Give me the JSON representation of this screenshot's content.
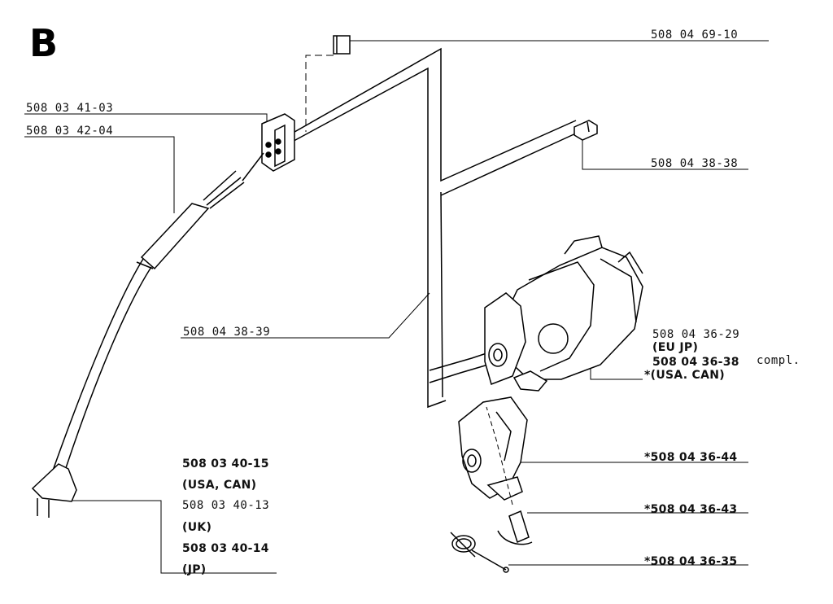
{
  "section": "B",
  "callouts": {
    "connector_top": "508 04 69-10",
    "switch_part": "508 03 41-03",
    "cable_sleeve": "508 03 42-04",
    "connector_right": "508 04 38-38",
    "wire_harness": "508 04 38-39",
    "motor_eu_jp": "508 04 36-29",
    "motor_eu_jp_region": "(EU  JP)",
    "motor_usa_can": "508 04 36-38",
    "motor_compl": "compl.",
    "motor_usa_can_region": "*(USA. CAN)",
    "brush_holder": "*508 04 36-44",
    "brush": "*508 04 36-43",
    "spring": "*508 04 36-35",
    "plug_usa_can": "508 03 40-15",
    "plug_usa_can_region": "(USA, CAN)",
    "plug_uk": "508 03 40-13",
    "plug_uk_region": "(UK)",
    "plug_jp": "508 03 40-14",
    "plug_jp_region": "(JP)"
  }
}
